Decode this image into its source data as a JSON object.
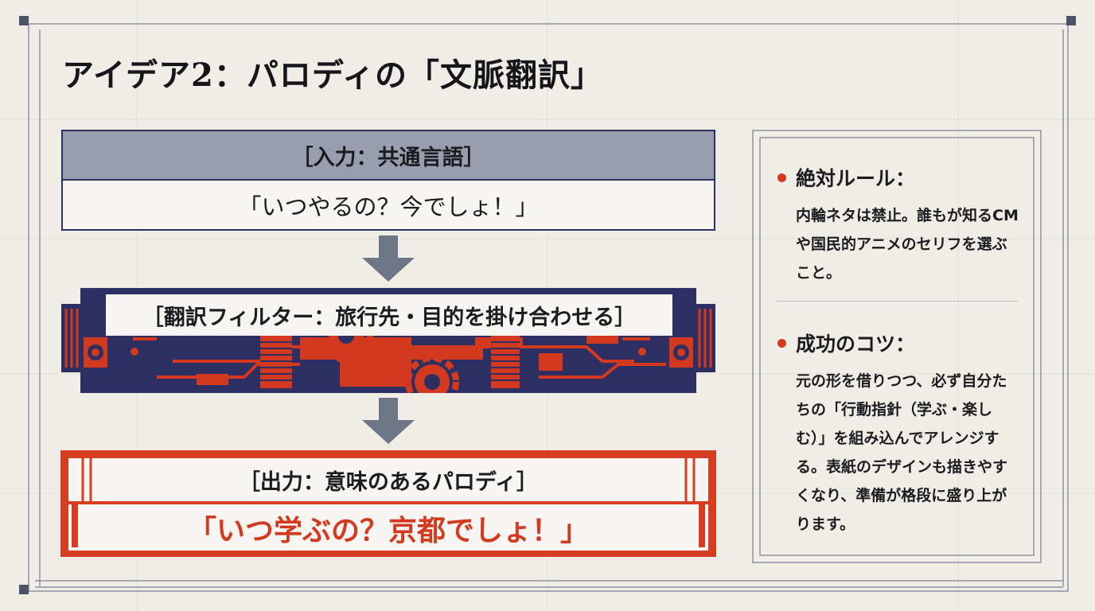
{
  "title": "アイデア2：パロディの「文脈翻訳」",
  "flow": {
    "input": {
      "heading": "［入力：共通言語］",
      "text": "「いつやるの？今でしょ！」"
    },
    "filter": {
      "heading": "［翻訳フィルター：旅行先・目的を掛け合わせる］",
      "icons": [
        "gear-icon",
        "gear-icon",
        "circuit-pattern"
      ]
    },
    "output": {
      "heading": "［出力：意味のあるパロディ］",
      "text": "「いつ学ぶの？京都でしょ！」"
    }
  },
  "side_panel": {
    "rule": {
      "title": "絶対ルール：",
      "body": "内輪ネタは禁止。誰もが知るCMや国民的アニメのセリフを選ぶこと。"
    },
    "tip": {
      "title": "成功のコツ：",
      "body": "元の形を借りつつ、必ず自分たちの「行動指針（学ぶ・楽しむ）」を組み込んでアレンジする。表紙のデザインも描きやすくなり、準備が格段に盛り上がります。"
    }
  },
  "colors": {
    "navy": "#2d2f63",
    "accent_red": "#d2391f",
    "header_gray": "#999eaf",
    "arrow_gray": "#6d7686",
    "background": "#efede6"
  }
}
